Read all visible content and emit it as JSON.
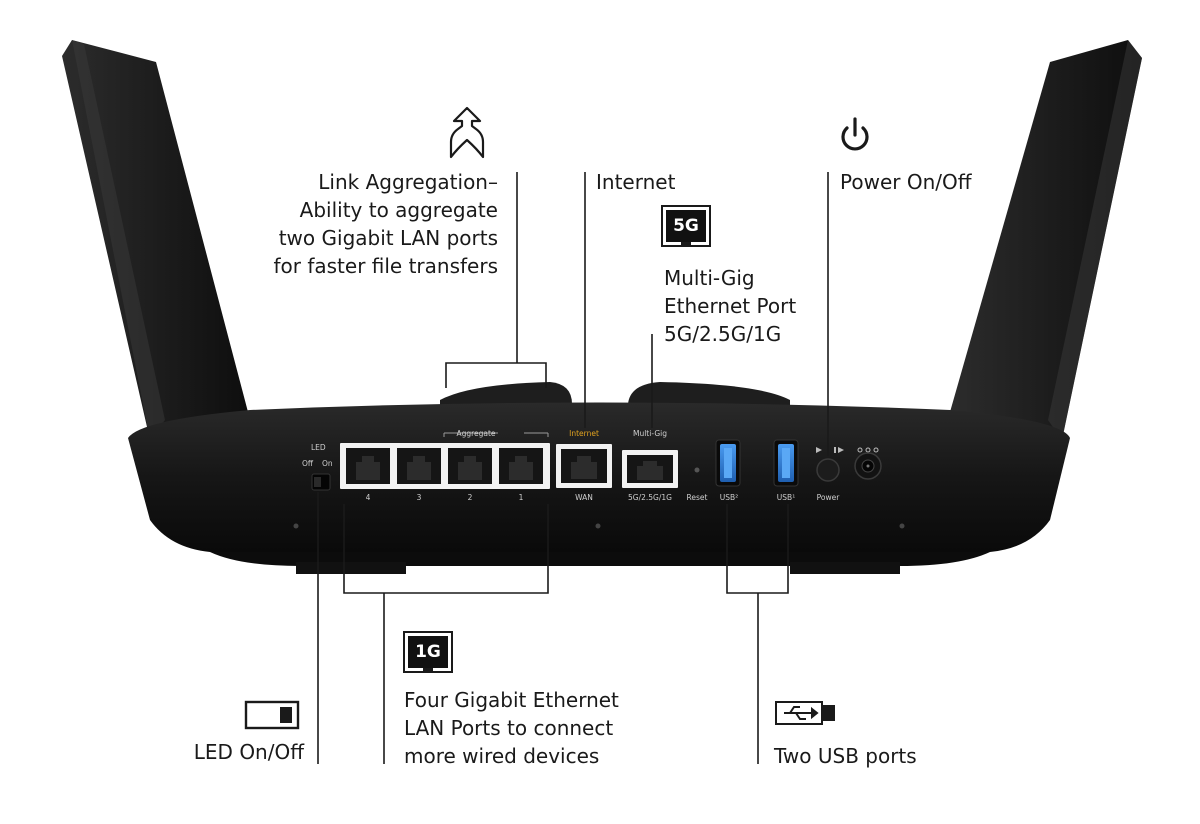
{
  "callouts": {
    "link_aggregation": [
      "Link Aggregation–",
      "Ability to aggregate",
      "two Gigabit LAN ports",
      "for faster file transfers"
    ],
    "internet": "Internet",
    "multigig_badge": "5G",
    "multigig": [
      "Multi-Gig",
      "Ethernet Port",
      "5G/2.5G/1G"
    ],
    "power": "Power On/Off",
    "led": "LED On/Off",
    "gigabit_badge": "1G",
    "lan": [
      "Four Gigabit Ethernet",
      "LAN Ports to connect",
      "more wired devices"
    ],
    "usb": "Two USB ports"
  },
  "panel": {
    "led": "LED",
    "led_off": "Off",
    "led_on": "On",
    "aggregate": "Aggregate",
    "internet": "Internet",
    "multigig": "Multi-Gig",
    "lan_numbers": [
      "4",
      "3",
      "2",
      "1"
    ],
    "wan": "WAN",
    "multigig_speeds": "5G/2.5G/1G",
    "reset": "Reset",
    "usb2": "USB²",
    "usb1": "USB¹",
    "power": "Power"
  },
  "colors": {
    "router_body": "#141414",
    "accent": "#e0a21f",
    "usb_blue": "#2f7fd6"
  },
  "icons": [
    "merge-arrow-icon",
    "power-icon",
    "5g-badge-icon",
    "1g-badge-icon",
    "led-switch-icon",
    "usb-icon"
  ]
}
